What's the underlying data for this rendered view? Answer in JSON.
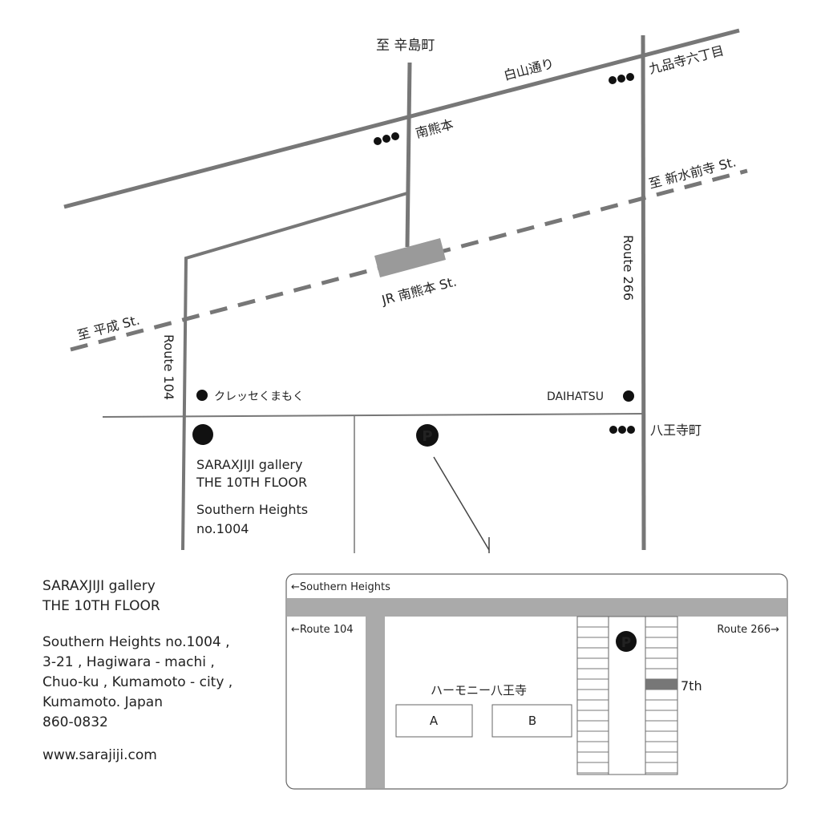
{
  "map": {
    "labels": {
      "north_road": "至 辛島町",
      "hakusan_street": "白山通り",
      "kuhonji": "九品寺六丁目",
      "minami_kumamoto": "南熊本",
      "shinsuizenji": "至 新水前寺 St.",
      "jr_station": "JR 南熊本 St.",
      "heisei": "至 平成 St.",
      "route_104": "Route 104",
      "route_266": "Route 266",
      "kuresse": "クレッセくまもく",
      "daihatsu": "DAIHATSU",
      "hachiouji": "八王寺町",
      "parking": "P"
    },
    "gallery": {
      "line1": "SARAXJIJI gallery",
      "line2": "THE 10TH FLOOR",
      "line3": "Southern Heights",
      "line4": "no.1004"
    }
  },
  "address": {
    "name1": "SARAXJIJI gallery",
    "name2": "THE 10TH FLOOR",
    "line1": "Southern Heights no.1004 ,",
    "line2": "3-21 , Hagiwara - machi ,",
    "line3": "Chuo-ku , Kumamoto - city ,",
    "line4": "Kumamoto. Japan",
    "postal": "860-0832",
    "website": "www.sarajiji.com"
  },
  "detail": {
    "southern_heights": "←Southern Heights",
    "route_104": "←Route  104",
    "route_266": "Route  266→",
    "parking": "P",
    "building_name": "ハーモニー八王寺",
    "building_a": "A",
    "building_b": "B",
    "spot": "7th"
  },
  "colors": {
    "road": "#777777",
    "road_light": "#aaaaaa",
    "station": "#9a9a9a",
    "spot_highlight": "#777777",
    "marker": "#111111"
  }
}
